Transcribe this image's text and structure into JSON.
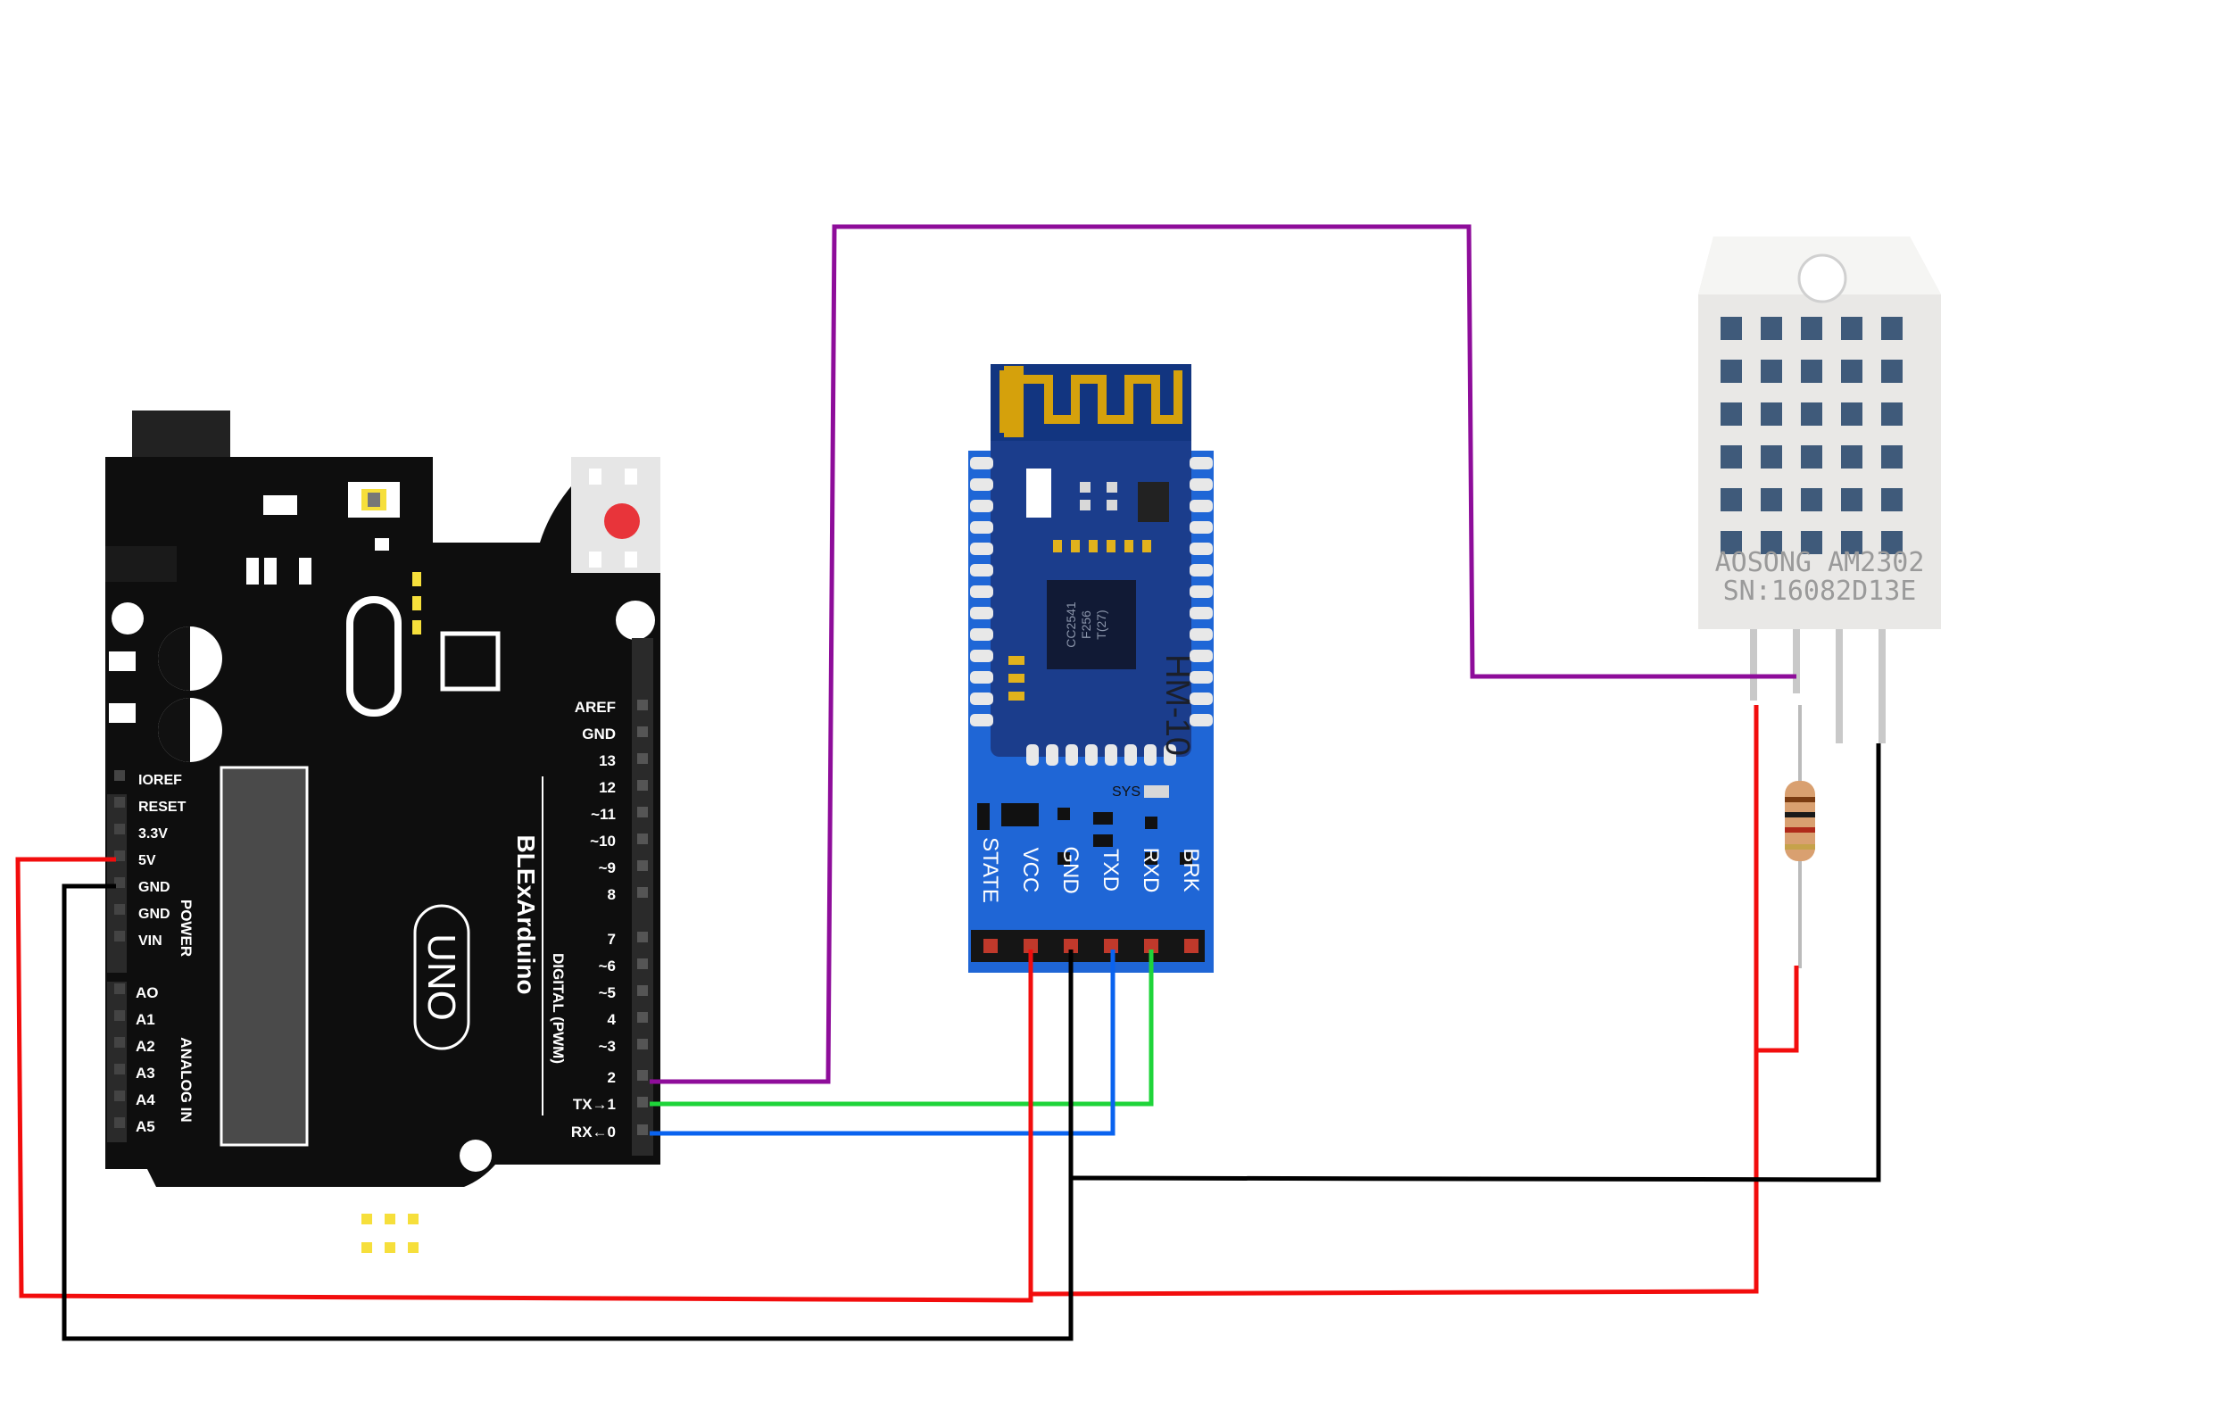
{
  "arduino": {
    "brand": "BLExArduino",
    "model": "UNO",
    "power_pins": [
      "IOREF",
      "RESET",
      "3.3V",
      "5V",
      "GND",
      "GND",
      "VIN"
    ],
    "power_label": "POWER",
    "analog_pins": [
      "AO",
      "A1",
      "A2",
      "A3",
      "A4",
      "A5"
    ],
    "analog_label": "ANALOG IN",
    "digital_pins": [
      "AREF",
      "GND",
      "13",
      "12",
      "~11",
      "~10",
      "~9",
      "8",
      "7",
      "~6",
      "~5",
      "4",
      "~3",
      "2",
      "TX→1",
      "RX←0"
    ],
    "digital_label": "DIGITAL (PWM)"
  },
  "ble_module": {
    "name": "HM-10",
    "chip_lines": [
      "CC2541",
      "F256",
      "T(27)"
    ],
    "sys_label": "SYS",
    "pins": [
      "STATE",
      "VCC",
      "GND",
      "TXD",
      "RXD",
      "BRK"
    ]
  },
  "sensor": {
    "line1": "AOSONG AM2302",
    "line2": "SN:16082D13E"
  },
  "wires": [
    {
      "id": "data",
      "color": "#8e0d9a"
    },
    {
      "id": "tx",
      "color": "#1fd43a"
    },
    {
      "id": "rx",
      "color": "#0a63ef"
    },
    {
      "id": "power",
      "color": "#f20d0d"
    },
    {
      "id": "ground",
      "color": "#000000"
    }
  ]
}
